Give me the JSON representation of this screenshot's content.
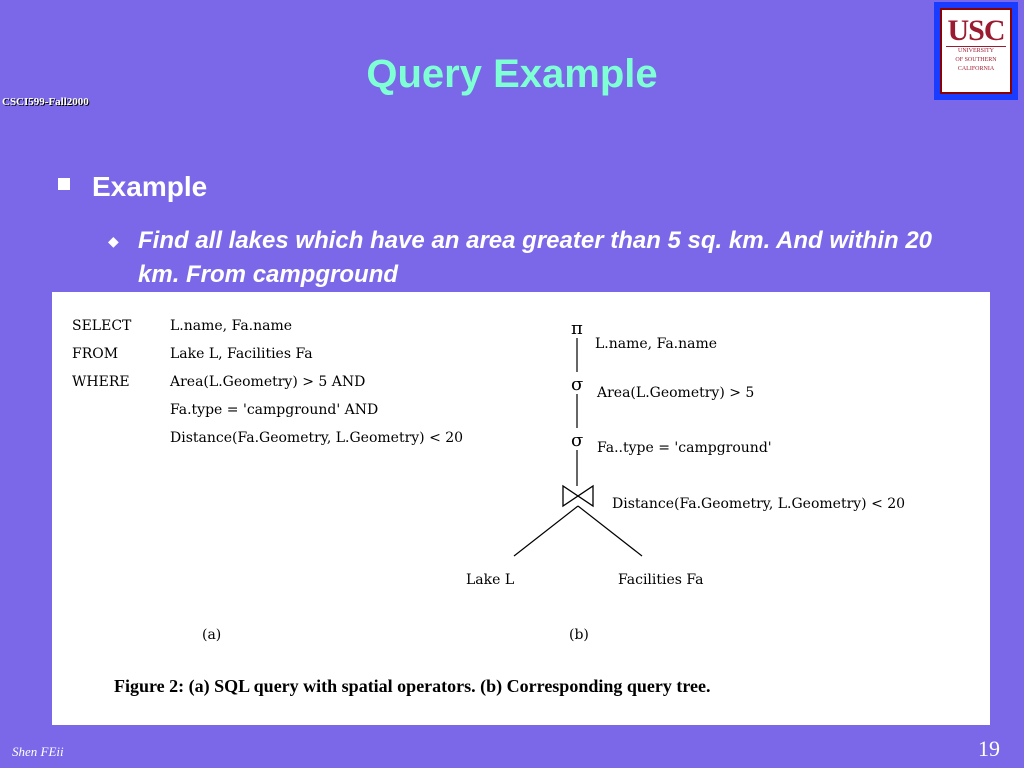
{
  "slide": {
    "title": "Query Example",
    "course": "CSCI599-Fall2000",
    "logo": {
      "usc": "USC",
      "lines": [
        "UNIVERSITY",
        "OF SOUTHERN",
        "CALIFORNIA"
      ]
    },
    "bullet_level1": "Example",
    "bullet_level2": "Find all lakes which have an area greater than 5 sq. km.  And within 20 km.  From campground",
    "footer_author": "Shen FEii",
    "page_number": "19"
  },
  "figure": {
    "sql": {
      "select_kw": "SELECT",
      "select_val": "L.name, Fa.name",
      "from_kw": "FROM",
      "from_val": "Lake L, Facilities Fa",
      "where_kw": "WHERE",
      "where_lines": [
        "Area(L.Geometry) > 5 AND",
        "Fa.type = 'campground'  AND",
        "Distance(Fa.Geometry, L.Geometry) <  20"
      ]
    },
    "tree": {
      "project_symbol": "π",
      "project_label": "L.name, Fa.name",
      "select1_symbol": "σ",
      "select1_label": "Area(L.Geometry) > 5",
      "select2_symbol": "σ",
      "select2_label": "Fa..type = 'campground'",
      "join_label": "Distance(Fa.Geometry, L.Geometry) < 20",
      "left_leaf": "Lake L",
      "right_leaf": "Facilities Fa"
    },
    "label_a": "(a)",
    "label_b": "(b)",
    "caption": "Figure 2: (a) SQL query with spatial operators. (b) Corresponding query tree."
  }
}
